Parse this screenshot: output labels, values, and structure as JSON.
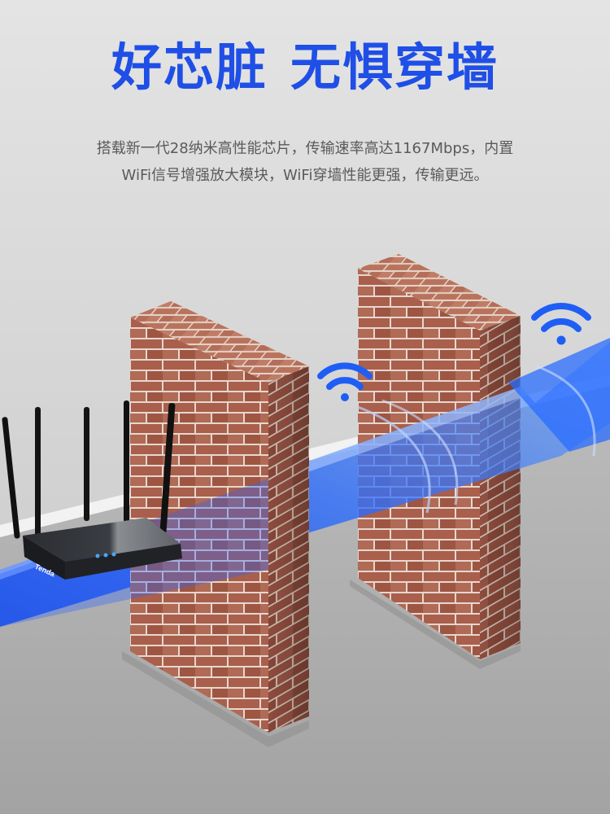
{
  "headline": {
    "part1": "好芯脏",
    "part2": "无惧穿墙"
  },
  "description": {
    "line1": "搭载新一代28纳米高性能芯片，传输速率高达1167Mbps，内置",
    "line2": "WiFi信号增强放大模块，WiFi穿墙性能更强，传输更远。"
  },
  "router": {
    "brand": "Tenda"
  },
  "colors": {
    "headline": "#1f4fe6",
    "signal_beam": "#1e5cff",
    "wifi_icon": "#1f5ef5",
    "brick": "#a8604d",
    "background_top": "#dedede",
    "background_floor": "#b0b0b0"
  },
  "icons": [
    "wifi-icon",
    "wifi-icon"
  ]
}
